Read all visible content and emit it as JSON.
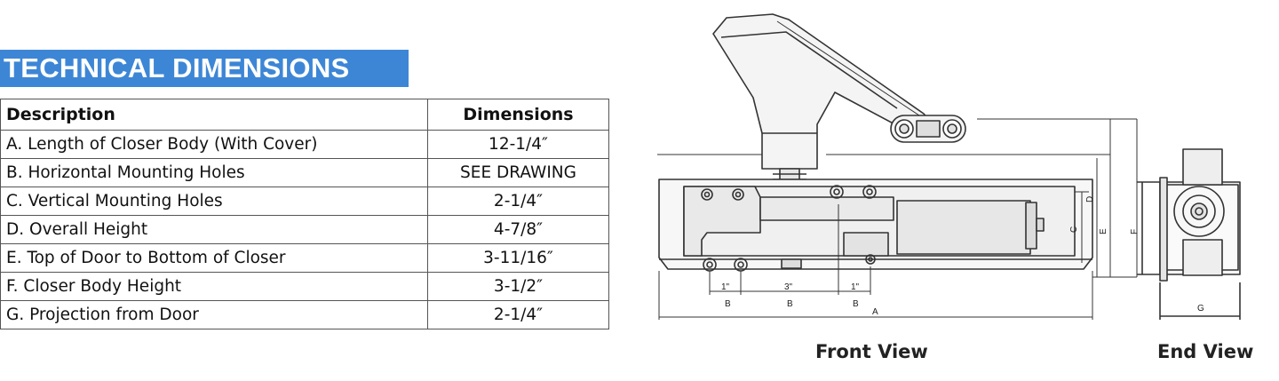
{
  "accent": "#3d86d6",
  "section_title": "TECHNICAL DIMENSIONS",
  "table": {
    "headers": [
      "Description",
      "Dimensions"
    ],
    "rows": [
      [
        "A. Length of Closer Body (With Cover)",
        "12-1/4″"
      ],
      [
        "B. Horizontal Mounting Holes",
        "SEE DRAWING"
      ],
      [
        "C. Vertical Mounting Holes",
        "2-1/4″"
      ],
      [
        "D. Overall Height",
        "4-7/8″"
      ],
      [
        "E. Top of Door to Bottom of Closer",
        "3-11/16″"
      ],
      [
        "F. Closer Body Height",
        "3-1/2″"
      ],
      [
        "G. Projection from Door",
        "2-1/4″"
      ]
    ]
  },
  "drawing": {
    "front_caption": "Front View",
    "end_caption": "End View",
    "labels": {
      "A": "A",
      "B": "B",
      "C": "C",
      "D": "D",
      "E": "E",
      "F": "F",
      "G": "G",
      "one_inch": "1\"",
      "three_inch": "3\""
    }
  }
}
